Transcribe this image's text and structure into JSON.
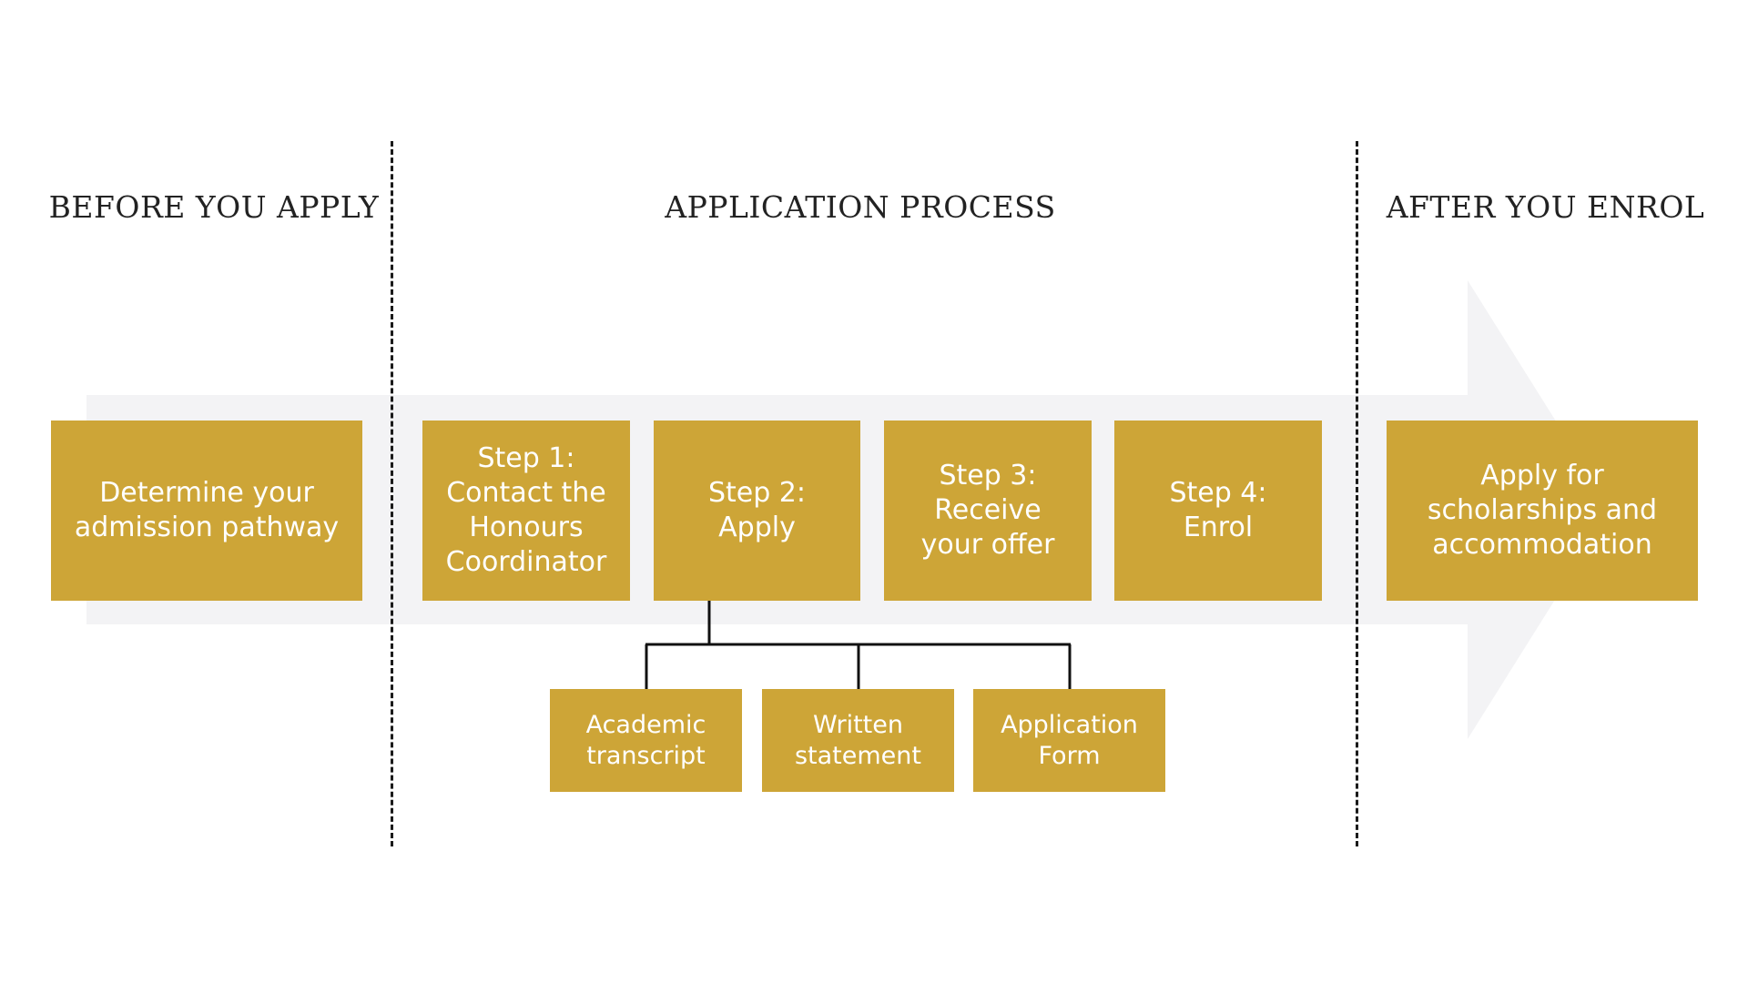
{
  "colors": {
    "box_fill": "#cda537",
    "box_text": "#ffffff",
    "arrow_fill": "#f3f3f5",
    "heading_text": "#222222",
    "divider": "#1a1a1a",
    "connector": "#111111"
  },
  "sections": {
    "before": "BEFORE YOU APPLY",
    "process": "APPLICATION PROCESS",
    "after": "AFTER YOU ENROL"
  },
  "boxes": {
    "determine": "Determine your\nadmission pathway",
    "step1": "Step 1:\nContact the\nHonours\nCoordinator",
    "step2": "Step 2:\nApply",
    "step3": "Step 3:\nReceive\nyour offer",
    "step4": "Step 4:\nEnrol",
    "apply_scholarships": "Apply for\nscholarships and\naccommodation"
  },
  "sub_boxes": {
    "transcript": "Academic\ntranscript",
    "statement": "Written\nstatement",
    "form": "Application\nForm"
  }
}
